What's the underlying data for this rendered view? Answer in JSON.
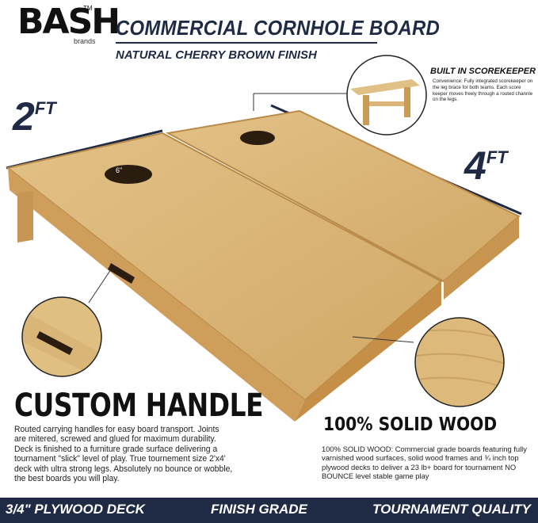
{
  "brand": {
    "logo": "BASH",
    "tm": "TM",
    "sub": "brands"
  },
  "header": {
    "title": "COMMERCIAL CORNHOLE BOARD",
    "subtitle": "NATURAL CHERRY BROWN FINISH"
  },
  "dimensions": {
    "width_value": "2",
    "width_unit": "FT",
    "length_value": "4",
    "length_unit": "FT"
  },
  "hole_label": "6\"",
  "scorekeeper": {
    "title": "BUILT IN SCOREKEEPER",
    "text": "Convenience: Fully integrated scorekeeper on the leg brace for both teams. Each score keeper moves freely through a routed channle on the legs."
  },
  "handle": {
    "title": "CUSTOM HANDLE",
    "text": "Routed carrying handles for easy board transport.  Joints are mitered, screwed and glued for maximum durability. Deck is finished to a furniture grade surface delivering a tournament \"slick\" level of play. True tournement size 2'x4' deck with ultra strong legs. Absolutely no bounce or wobble, the best boards you will play."
  },
  "wood": {
    "title": "100% SOLID WOOD",
    "text": "100% SOLID WOOD: Commercial grade boards featuring fully varnished wood surfaces, solid wood frames and ¾ inch top plywood decks to deliver a 23 lb+ board for tournament NO BOUNCE level stable game play"
  },
  "footer": {
    "item1": "3/4\" PLYWOOD DECK",
    "item2": "FINISH GRADE",
    "item3": "TOURNAMENT QUALITY"
  },
  "colors": {
    "navy": "#1f2a44",
    "wood": "#d9b678",
    "wood_edge": "#c99b55"
  }
}
